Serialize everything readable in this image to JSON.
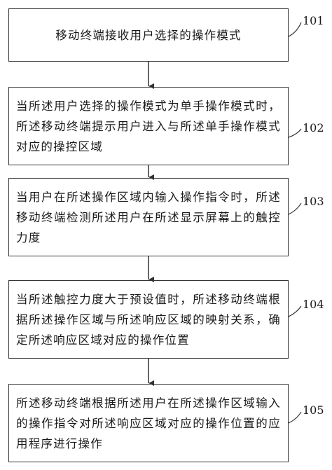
{
  "steps": [
    {
      "number": "101",
      "text": "移动终端接收用户选择的操作模式"
    },
    {
      "number": "102",
      "text": "当所述用户选择的操作模式为单手操作模式时，所述移动终端提示用户进入与所述单手操作模式对应的操控区域"
    },
    {
      "number": "103",
      "text": "当用户在所述操作区域内输入操作指令时，所述移动终端检测所述用户在所述显示屏幕上的触控力度"
    },
    {
      "number": "104",
      "text": "当所述触控力度大于预设值时，所述移动终端根据所述操作区域与所述响应区域的映射关系，确定所述响应区域对应的操作位置"
    },
    {
      "number": "105",
      "text": "所述移动终端根据所述用户在所述操作区域输入的操作指令对所述响应区域对应的操作位置的应用程序进行操作"
    }
  ]
}
